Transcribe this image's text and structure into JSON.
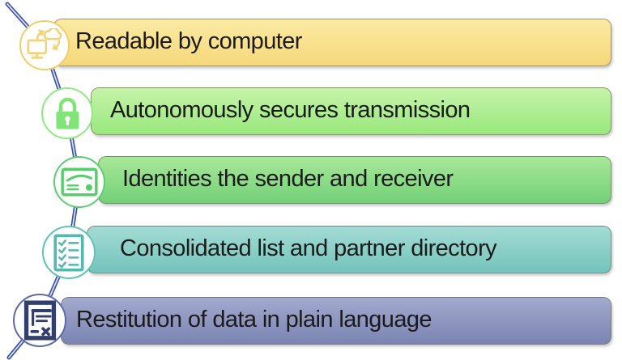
{
  "diagram": {
    "type": "vertical-accent-list",
    "background": "#ffffff",
    "text_color": "#1b1b1b",
    "connector": {
      "color": "#3a53a5",
      "inner_color": "#dde3f6"
    },
    "items": [
      {
        "label": "Readable by computer",
        "icon": "cloud-computer-sync-icon",
        "bar_top": "#fceaa4",
        "bar_bottom": "#f5d87a",
        "ring": "#f0ce6b",
        "icon_color": "#f2d377"
      },
      {
        "label": "Autonomously secures transmission",
        "icon": "padlock-icon",
        "bar_top": "#c6f4a9",
        "bar_bottom": "#99e87d",
        "ring": "#8fe982",
        "icon_color": "#80e476"
      },
      {
        "label": "Identities the sender and receiver",
        "icon": "id-card-icon",
        "bar_top": "#a8e899",
        "bar_bottom": "#73d078",
        "ring": "#5bcd72",
        "icon_color": "#55cd68"
      },
      {
        "label": "Consolidated list and partner directory",
        "icon": "checklist-icon",
        "bar_top": "#a3dcd4",
        "bar_bottom": "#74c3bb",
        "ring": "#63c2b9",
        "icon_color": "#54b8af"
      },
      {
        "label": "Restitution of data in plain language",
        "icon": "document-x-icon",
        "bar_top": "#a3aace",
        "bar_bottom": "#7b84b2",
        "ring": "#5d6ca8",
        "icon_color": "#323e6d"
      }
    ]
  }
}
